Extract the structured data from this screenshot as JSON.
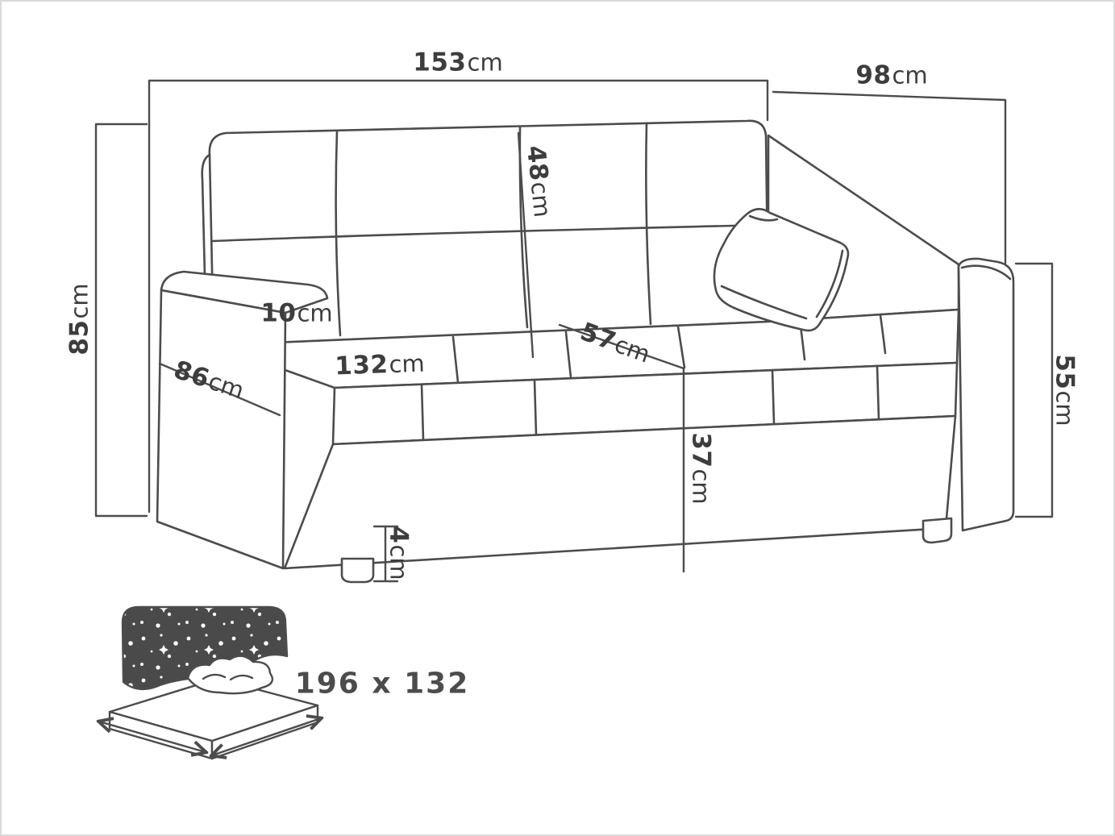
{
  "diagram": {
    "type": "sofa-bed dimension drawing",
    "unit": "cm"
  },
  "dimensions": {
    "overall_width": {
      "value": "153",
      "unit": "cm"
    },
    "overall_depth": {
      "value": "98",
      "unit": "cm"
    },
    "overall_height": {
      "value": "85",
      "unit": "cm"
    },
    "backrest_height": {
      "value": "48",
      "unit": "cm"
    },
    "armrest_width": {
      "value": "10",
      "unit": "cm"
    },
    "armrest_depth": {
      "value": "86",
      "unit": "cm"
    },
    "seat_width": {
      "value": "132",
      "unit": "cm"
    },
    "seat_depth": {
      "value": "57",
      "unit": "cm"
    },
    "arm_height": {
      "value": "55",
      "unit": "cm"
    },
    "seat_height": {
      "value": "37",
      "unit": "cm"
    },
    "leg_height": {
      "value": "4",
      "unit": "cm"
    }
  },
  "sleeping_area": {
    "text": "196 x 132"
  },
  "colors": {
    "line": "#4c4c4c",
    "text": "#3d3d3d",
    "blanket": "#4a4a4a",
    "background": "#ffffff",
    "border": "#dadada"
  }
}
